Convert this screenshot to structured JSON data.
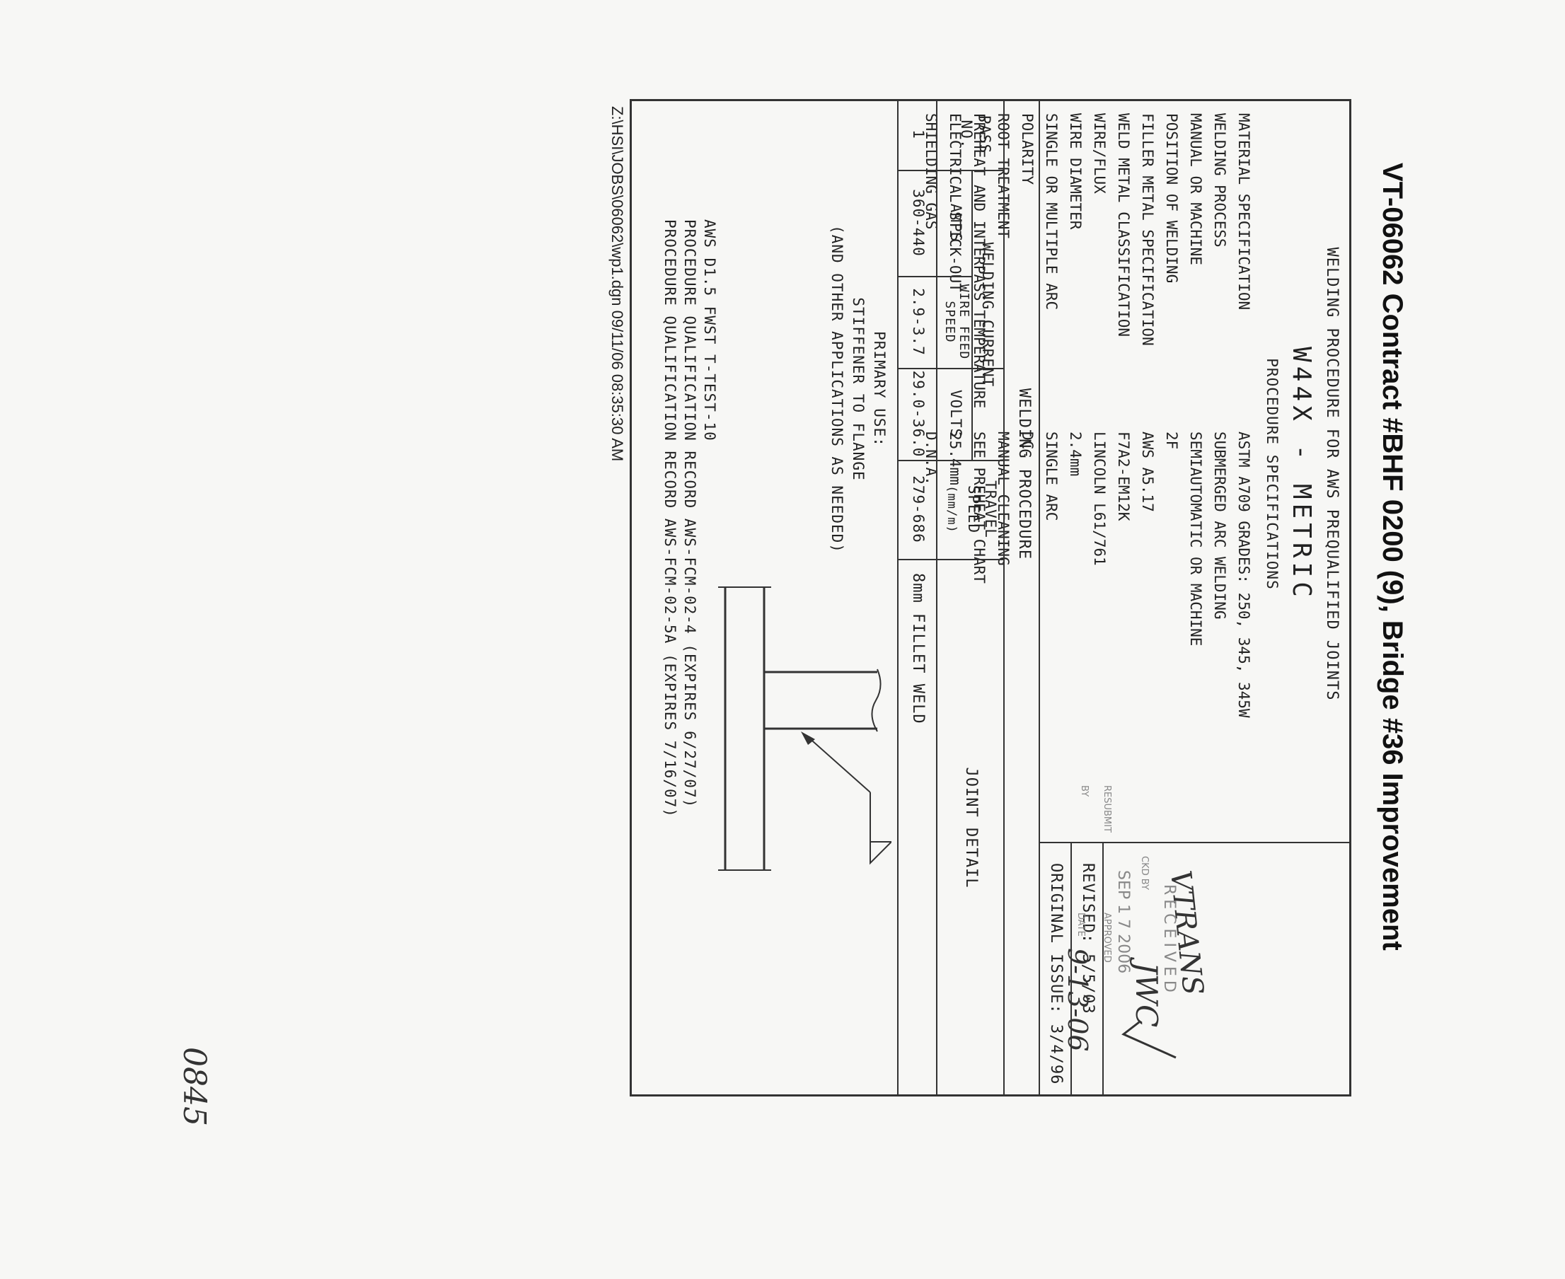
{
  "header_title": "VT-06062 Contract #BHF 0200 (9), Bridge #36 Improvement",
  "procedure_title": "WELDING PROCEDURE FOR AWS PREQUALIFIED JOINTS",
  "designation": "W44X - METRIC",
  "specs_heading": "PROCEDURE SPECIFICATIONS",
  "specs": [
    {
      "label": "MATERIAL SPECIFICATION",
      "value": "ASTM A709 GRADES: 250, 345, 345W"
    },
    {
      "label": "WELDING PROCESS",
      "value": "SUBMERGED ARC WELDING"
    },
    {
      "label": "MANUAL OR MACHINE",
      "value": "SEMIAUTOMATIC OR MACHINE"
    },
    {
      "label": "POSITION OF WELDING",
      "value": "2F"
    },
    {
      "label": "FILLER METAL SPECIFICATION",
      "value": "AWS A5.17"
    },
    {
      "label": "WELD METAL CLASSIFICATION",
      "value": "F7A2-EM12K"
    },
    {
      "label": "WIRE/FLUX",
      "value": "LINCOLN L61/761"
    },
    {
      "label": "WIRE DIAMETER",
      "value": "2.4mm"
    },
    {
      "label": "SINGLE OR MULTIPLE ARC",
      "value": "SINGLE ARC"
    },
    {
      "label": "POLARITY",
      "value": "DC-"
    },
    {
      "label": "ROOT TREATMENT",
      "value": "MANUAL CLEANING"
    },
    {
      "label": "PREHEAT AND INTERPASS TEMPERATURE",
      "value": "SEE PREHEAT CHART"
    },
    {
      "label": "ELECTRICAL STICK-OUT",
      "value": "25.4mm"
    },
    {
      "label": "SHIELDING GAS",
      "value": "D.N.A."
    }
  ],
  "revised": "REVISED: 5/5/03",
  "original_issue": "ORIGINAL ISSUE: 3/4/96",
  "stamp": {
    "handwritten_1": "VTRANS",
    "received": "RECEIVED",
    "checked_by_label": "CKD BY",
    "checked_by": "JWC",
    "date_stamp": "SEP 1 7 2006",
    "resubmit": "RESUBMIT",
    "approved": "APPROVED",
    "by_label": "BY",
    "date_label": "DATE",
    "date_hand": "9-13-06"
  },
  "welding_procedure_heading": "WELDING PROCEDURE",
  "table": {
    "pass_header": "PASS NO.",
    "current_header": "WELDING CURRENT",
    "amps_header": "AMPS",
    "wfs_header": "WIRE FEED SPEED",
    "volts_header": "VOLTS",
    "travel_header": "TRAVEL SPEED",
    "travel_unit": "(mm/m)",
    "rows": [
      {
        "pass": "1",
        "amps": "360-440",
        "wfs": "2.9-3.7",
        "volts": "29.0-36.0",
        "travel": "279-686"
      }
    ]
  },
  "joint_detail_heading": "JOINT DETAIL",
  "weld_size_label": "8mm FILLET WELD",
  "primary_use_label": "PRIMARY USE:",
  "primary_use": "STIFFENER TO FLANGE",
  "primary_use_note": "(AND OTHER APPLICATIONS AS NEEDED)",
  "records": [
    "AWS D1.5 FWST T-TEST-10",
    "PROCEDURE QUALIFICATION RECORD AWS-FCM-02-4 (EXPIRES 6/27/07)",
    "PROCEDURE QUALIFICATION RECORD AWS-FCM-02-5A (EXPIRES 7/16/07)"
  ],
  "footer_path": "Z:\\HSI\\JOBS\\06062\\wp1.dgn 09/11/06 08:35:30 AM",
  "handwritten_page_no": "0845"
}
